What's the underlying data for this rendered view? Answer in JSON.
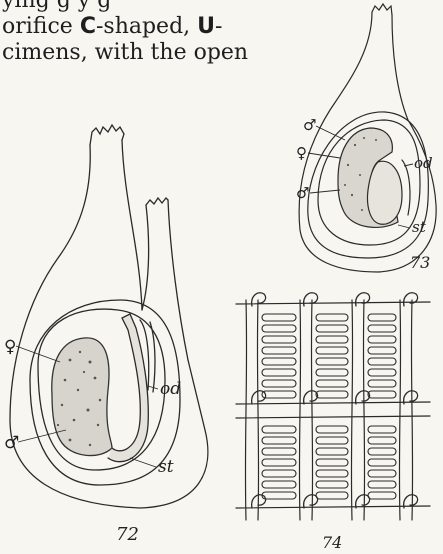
{
  "text": {
    "line1": "ying g     y             g",
    "line2_prefix": "orifice ",
    "line2_bold1": "C",
    "line2_mid": "-shaped, ",
    "line2_bold2": "U",
    "line2_suffix": "-",
    "line3": "cimens, with the open"
  },
  "figures": {
    "fig72": {
      "number": "72",
      "female_label": "♀",
      "male_label": "♂",
      "od_label": "od",
      "st_label": "st"
    },
    "fig73": {
      "number": "73",
      "male_top_label": "♂",
      "female_label": "♀",
      "male_bottom_label": "♂",
      "od_label": "od",
      "st_label": "st"
    },
    "fig74": {
      "number": "74"
    }
  }
}
